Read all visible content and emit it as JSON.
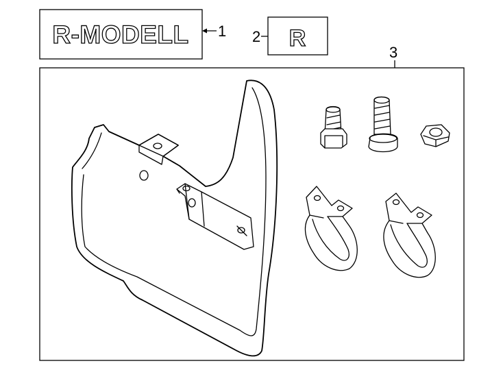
{
  "callouts": {
    "c1": "1",
    "c2": "2",
    "c3": "3"
  },
  "badges": {
    "emblem_text": "R-MODELL",
    "letter_text": "R"
  },
  "parts": {
    "kit_items": [
      "mud-flap",
      "bolt",
      "screw",
      "nut",
      "clip-left",
      "clip-right"
    ]
  }
}
